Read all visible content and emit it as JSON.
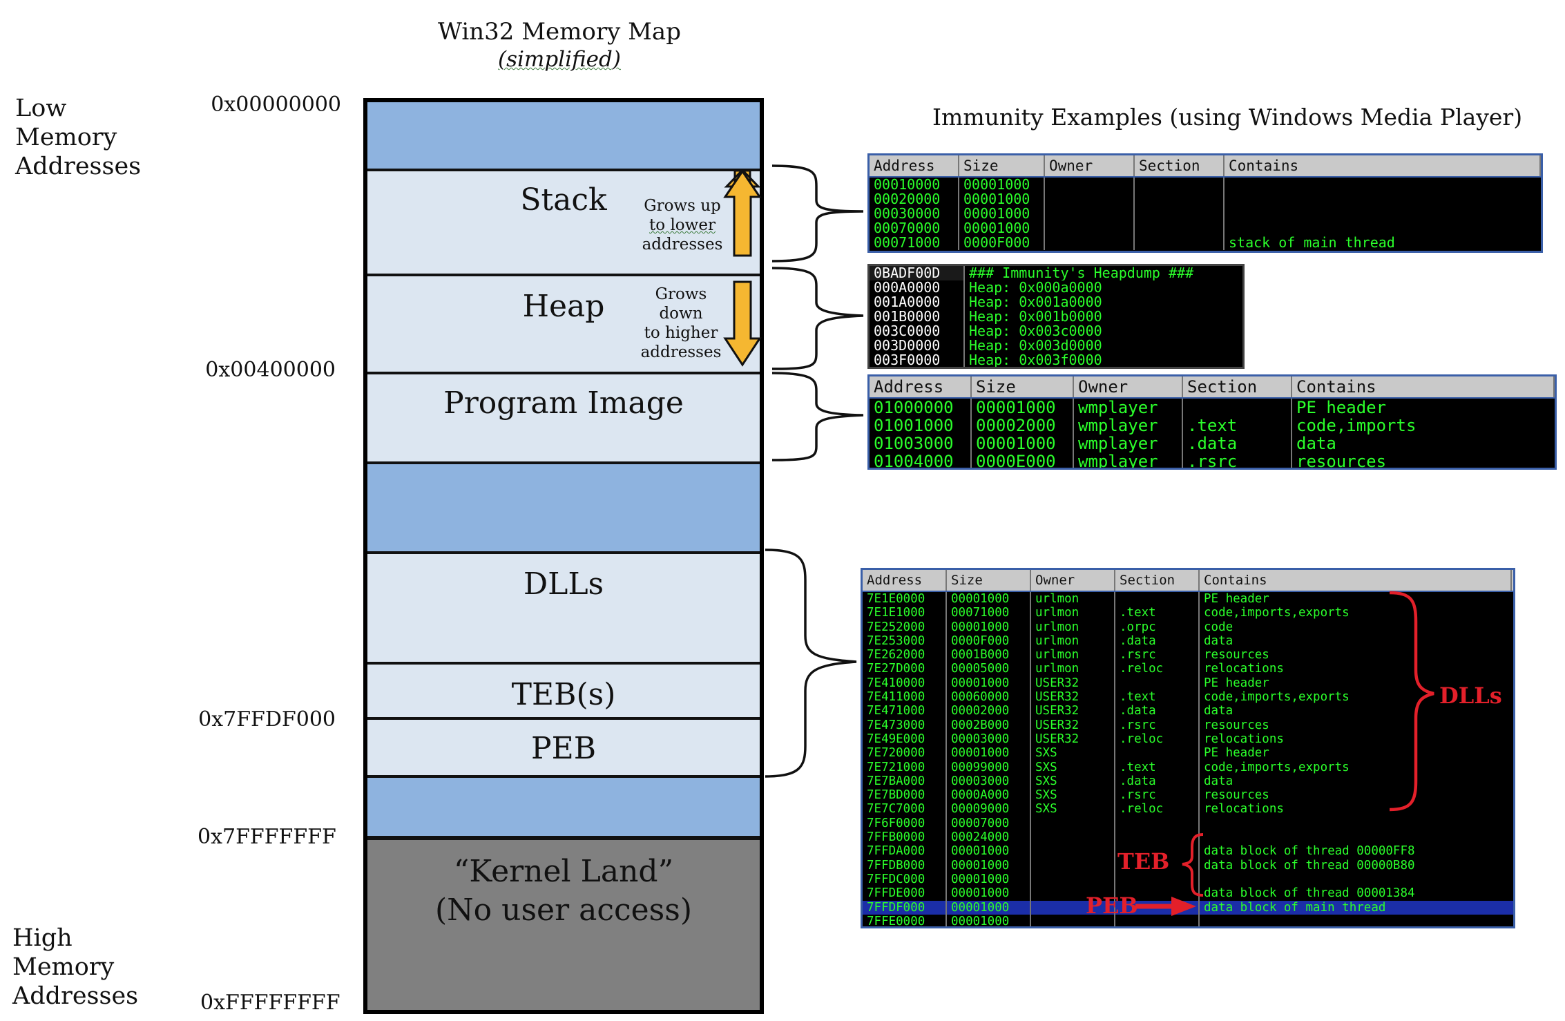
{
  "title": "Win32 Memory Map",
  "subtitle": "(simplified)",
  "low_label": [
    "Low",
    "Memory",
    "Addresses"
  ],
  "high_label": [
    "High",
    "Memory",
    "Addresses"
  ],
  "addresses": {
    "a0": "0x00000000",
    "a1": "0x00400000",
    "a2": "0x7FFDF000",
    "a3": "0x7FFFFFFF",
    "a4": "0xFFFFFFFF"
  },
  "regions": {
    "stack": "Stack",
    "heap": "Heap",
    "program_image": "Program Image",
    "dlls": "DLLs",
    "tebs": "TEB(s)",
    "peb": "PEB",
    "kernel_line1": "“Kernel Land”",
    "kernel_line2": "(No user access)"
  },
  "notes": {
    "stack_grow": [
      "Grows up",
      "to lower",
      "addresses"
    ],
    "heap_grow": [
      "Grows down",
      "to higher",
      "addresses"
    ]
  },
  "colors": {
    "region_dark": "#8eb3df",
    "region_light": "#dce6f1",
    "kernel": "#808080",
    "arrow_fill": "#f5b731",
    "terminal_text": "#2bff2b",
    "accent_red": "#e3202a",
    "highlight_row": "#1b2ea8"
  },
  "panel_heading": "Immunity Examples (using Windows Media Player)",
  "columns": [
    "Address",
    "Size",
    "Owner",
    "Section",
    "Contains"
  ],
  "stack_table": {
    "rows": [
      [
        "00010000",
        "00001000",
        "",
        "",
        ""
      ],
      [
        "00020000",
        "00001000",
        "",
        "",
        ""
      ],
      [
        "00030000",
        "00001000",
        "",
        "",
        ""
      ],
      [
        "00070000",
        "00001000",
        "",
        "",
        ""
      ],
      [
        "00071000",
        "0000F000",
        "",
        "",
        "stack of main thread"
      ]
    ]
  },
  "heap_table": {
    "rows": [
      [
        "0BADF00D",
        "### Immunity's Heapdump ###"
      ],
      [
        "000A0000",
        "Heap: 0x000a0000"
      ],
      [
        "001A0000",
        "Heap: 0x001a0000"
      ],
      [
        "001B0000",
        "Heap: 0x001b0000"
      ],
      [
        "003C0000",
        "Heap: 0x003c0000"
      ],
      [
        "003D0000",
        "Heap: 0x003d0000"
      ],
      [
        "003F0000",
        "Heap: 0x003f0000"
      ]
    ]
  },
  "image_table": {
    "rows": [
      [
        "01000000",
        "00001000",
        "wmplayer",
        "",
        "PE header"
      ],
      [
        "01001000",
        "00002000",
        "wmplayer",
        ".text",
        "code,imports"
      ],
      [
        "01003000",
        "00001000",
        "wmplayer",
        ".data",
        "data"
      ],
      [
        "01004000",
        "0000E000",
        "wmplayer",
        ".rsrc",
        "resources"
      ]
    ]
  },
  "dll_table": {
    "rows": [
      [
        "7E1E0000",
        "00001000",
        "urlmon",
        "",
        "PE header"
      ],
      [
        "7E1E1000",
        "00071000",
        "urlmon",
        ".text",
        "code,imports,exports"
      ],
      [
        "7E252000",
        "00001000",
        "urlmon",
        ".orpc",
        "code"
      ],
      [
        "7E253000",
        "0000F000",
        "urlmon",
        ".data",
        "data"
      ],
      [
        "7E262000",
        "0001B000",
        "urlmon",
        ".rsrc",
        "resources"
      ],
      [
        "7E27D000",
        "00005000",
        "urlmon",
        ".reloc",
        "relocations"
      ],
      [
        "7E410000",
        "00001000",
        "USER32",
        "",
        "PE header"
      ],
      [
        "7E411000",
        "00060000",
        "USER32",
        ".text",
        "code,imports,exports"
      ],
      [
        "7E471000",
        "00002000",
        "USER32",
        ".data",
        "data"
      ],
      [
        "7E473000",
        "0002B000",
        "USER32",
        ".rsrc",
        "resources"
      ],
      [
        "7E49E000",
        "00003000",
        "USER32",
        ".reloc",
        "relocations"
      ],
      [
        "7E720000",
        "00001000",
        "SXS",
        "",
        "PE header"
      ],
      [
        "7E721000",
        "00099000",
        "SXS",
        ".text",
        "code,imports,exports"
      ],
      [
        "7E7BA000",
        "00003000",
        "SXS",
        ".data",
        "data"
      ],
      [
        "7E7BD000",
        "0000A000",
        "SXS",
        ".rsrc",
        "resources"
      ],
      [
        "7E7C7000",
        "00009000",
        "SXS",
        ".reloc",
        "relocations"
      ],
      [
        "7F6F0000",
        "00007000",
        "",
        "",
        ""
      ],
      [
        "7FFB0000",
        "00024000",
        "",
        "",
        ""
      ],
      [
        "7FFDA000",
        "00001000",
        "",
        "",
        "data block of thread 00000FF8"
      ],
      [
        "7FFDB000",
        "00001000",
        "",
        "",
        "data block of thread 00000B80"
      ],
      [
        "7FFDC000",
        "00001000",
        "",
        "",
        ""
      ],
      [
        "7FFDE000",
        "00001000",
        "",
        "",
        "data block of thread 00001384"
      ],
      [
        "7FFDF000",
        "00001000",
        "",
        "",
        "data block of main thread"
      ],
      [
        "7FFE0000",
        "00001000",
        "",
        "",
        ""
      ]
    ],
    "highlight_row": 22
  },
  "callouts": {
    "dlls": "DLLs",
    "teb": "TEB",
    "peb": "PEB"
  }
}
